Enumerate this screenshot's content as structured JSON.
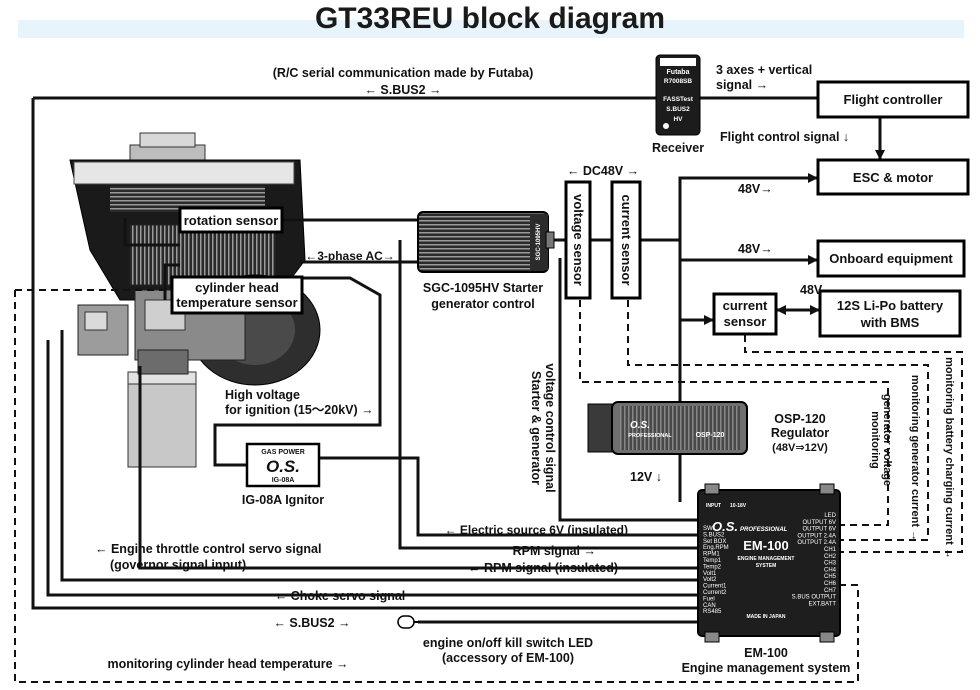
{
  "title": "GT33REU block diagram",
  "top_labels": {
    "rc_serial": "(R/C serial communication made by Futaba)",
    "sbus2_top": "← S.BUS2 →",
    "axes_signal_1": "3 axes + vertical",
    "axes_signal_2": "signal →",
    "flight_control_signal": "Flight control signal ↓",
    "dc48v": "← DC48V →",
    "ac3phase": "←3-phase AC→",
    "v48_esc": "48V→",
    "v48_onboard": "48V→",
    "v48_battery": "48V",
    "v12": "12V ↓"
  },
  "boxes": {
    "flight_controller": "Flight controller",
    "esc_motor": "ESC & motor",
    "onboard_equipment": "Onboard equipment",
    "battery_1": "12S Li-Po battery",
    "battery_2": "with BMS",
    "current_sensor_small_1": "current",
    "current_sensor_small_2": "sensor",
    "voltage_sensor": "voltage sensor",
    "current_sensor": "current sensor",
    "rotation_sensor": "rotation sensor",
    "cyl_temp_1": "cylinder head",
    "cyl_temp_2": "temperature sensor"
  },
  "devices": {
    "receiver": {
      "caption": "Receiver",
      "brand": "Futaba",
      "model": "R7008SB",
      "tag": "FASSTest",
      "sbus": "S.BUS2",
      "hv": "HV"
    },
    "sgc": {
      "caption_1": "SGC-1095HV Starter",
      "caption_2": "generator control",
      "body": "SGC-1095HV"
    },
    "osp": {
      "caption_1": "OSP-120",
      "caption_2": "Regulator",
      "caption_3": "(48V⇒12V)",
      "body_os": "O.S.",
      "body_prof": "PROFESSIONAL",
      "body_model": "OSP-120"
    },
    "ignitor": {
      "caption": "IG-08A Ignitor",
      "gas_power": "GAS POWER",
      "logo": "O.S.",
      "model": "IG-08A"
    },
    "em100": {
      "caption_1": "EM-100",
      "caption_2": "Engine management system",
      "logo": "O.S.",
      "prof": "PROFESSIONAL",
      "model": "EM-100",
      "sub_1": "ENGINE MANAGEMENT",
      "sub_2": "SYSTEM",
      "made": "MADE IN JAPAN",
      "port_input": "INPUT",
      "port_range": "10-18V",
      "ports_left": [
        "SW",
        "S.BUS2",
        "Set BOX",
        "Eng.RPM",
        "RPM1",
        "Temp1",
        "Temp2",
        "Volt1",
        "Volt2",
        "Current1",
        "Current2",
        "Fuel",
        "CAN",
        "RS485"
      ],
      "ports_right": [
        "LED",
        "OUTPUT 6V",
        "OUTPUT 6V",
        "OUTPUT 2.4A",
        "OUTPUT 2.4A",
        "CH1",
        "CH2",
        "CH3",
        "CH4",
        "CH5",
        "CH6",
        "CH7",
        "S.BUS OUTPUT",
        "EXT.BATT"
      ]
    }
  },
  "signals": {
    "high_voltage_1": "High voltage",
    "high_voltage_2": "for ignition (15〜20kV) →",
    "starter_voltage_1": "Starter & generator",
    "starter_voltage_2": "voltage control signal",
    "starter_arrow": "→",
    "monitor_gen_voltage_1": "monitoring",
    "monitor_gen_voltage_2": "generator voltage",
    "monitor_gen_voltage_arrow": "→",
    "monitor_gen_current": "monitoring generator current →",
    "monitor_batt_current": "monitoring battery charging current →",
    "electric_source": "← Electric source 6V (insulated)",
    "rpm_signal": "RPM signal →",
    "rpm_signal_insulated": "← RPM signal (insulated)",
    "throttle_1": "← Engine throttle control servo signal",
    "throttle_2": "(governor signal input)",
    "choke": "← Choke servo signal",
    "sbus2_bottom": "← S.BUS2 →",
    "kill_led_1": "engine on/off kill switch LED",
    "kill_led_2": "(accessory of EM-100)",
    "monitor_cyl_temp": "monitoring cylinder head temperature →"
  },
  "colors": {
    "line": "#111111",
    "title_band": "#e8f4fb",
    "device_dark": "#1c1c1c",
    "device_grey": "#6e6e6e"
  },
  "icons": [
    "engine-illustration",
    "receiver-device",
    "starter-controller-device",
    "regulator-device",
    "ignitor-device",
    "em100-device",
    "led-icon"
  ]
}
